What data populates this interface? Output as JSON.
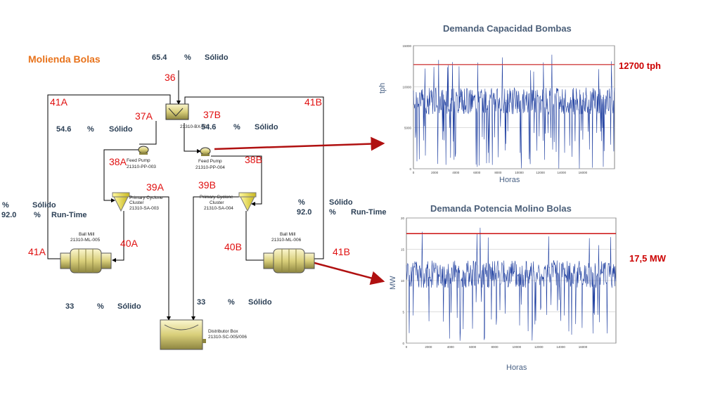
{
  "diagram": {
    "title": "Molienda Bolas",
    "percent": "%",
    "solido": "Sólido",
    "runtime": "Run-Time",
    "streams": {
      "s36": "36",
      "s37a": "37A",
      "s37b": "37B",
      "s38a": "38A",
      "s38b": "38B",
      "s39a": "39A",
      "s39b": "39B",
      "s40a": "40A",
      "s40b": "40B",
      "s41a_top": "41A",
      "s41a_bot": "41A",
      "s41b_top": "41B",
      "s41b_bot": "41B"
    },
    "values": {
      "feed_solids": "65.4",
      "left_solids": "54.6",
      "right_solids": "54.6",
      "left_runtime": "92.0",
      "right_runtime": "92.0",
      "bottom_left_solids": "33",
      "bottom_right_solids": "33"
    },
    "equipment": {
      "sump_tag": "21310-BX-002",
      "pump_a_name": "Feed Pump",
      "pump_a_tag": "21310-PP-003",
      "pump_b_name": "Feed Pump",
      "pump_b_tag": "21310-PP-004",
      "cyclone_a_name1": "Primary Cyclone",
      "cyclone_a_name2": "Cluster",
      "cyclone_a_tag": "21310-SA-003",
      "cyclone_b_name1": "Primary Cyclone",
      "cyclone_b_name2": "Cluster",
      "cyclone_b_tag": "21310-SA-004",
      "mill_a_name": "Ball Mill",
      "mill_a_tag": "21310-ML-005",
      "mill_b_name": "Ball Mill",
      "mill_b_tag": "21310-ML-006",
      "distributor_name": "Distributor Box",
      "distributor_tag": "21310-SC-005/006"
    },
    "colors": {
      "stream_label": "#e01010",
      "title": "#e8731c",
      "arrow": "#b01010",
      "equipment_fill": "#e8e0a0"
    }
  },
  "chart_data": [
    {
      "type": "line",
      "title": "Demanda Capacidad Bombas",
      "xlabel": "Horas",
      "ylabel": "tph",
      "xlim": [
        0,
        19000
      ],
      "ylim": [
        0,
        15000
      ],
      "x_ticks": [
        "0",
        "2000",
        "4000",
        "6000",
        "8000",
        "10000",
        "12000",
        "14000",
        "16000"
      ],
      "y_ticks": [
        "0",
        "5000",
        "10000",
        "15000"
      ],
      "limit_value": 12700,
      "limit_label": "12700 tph",
      "series": [
        {
          "values": []
        }
      ],
      "colors": {
        "line": "#1f3fa0",
        "limit": "#d04040"
      }
    },
    {
      "type": "line",
      "title": "Demanda Potencia Molino Bolas",
      "xlabel": "Horas",
      "ylabel": "MW",
      "xlim": [
        0,
        19000
      ],
      "ylim": [
        0,
        20
      ],
      "x_ticks": [
        "0",
        "2000",
        "4000",
        "6000",
        "8000",
        "10000",
        "12000",
        "14000",
        "16000"
      ],
      "y_ticks": [
        "0",
        "5",
        "10",
        "15",
        "20"
      ],
      "limit_value": 17.5,
      "limit_label": "17,5 MW",
      "series": [
        {
          "values": []
        }
      ],
      "colors": {
        "line": "#1f3fa0",
        "limit": "#cc1010"
      }
    }
  ]
}
